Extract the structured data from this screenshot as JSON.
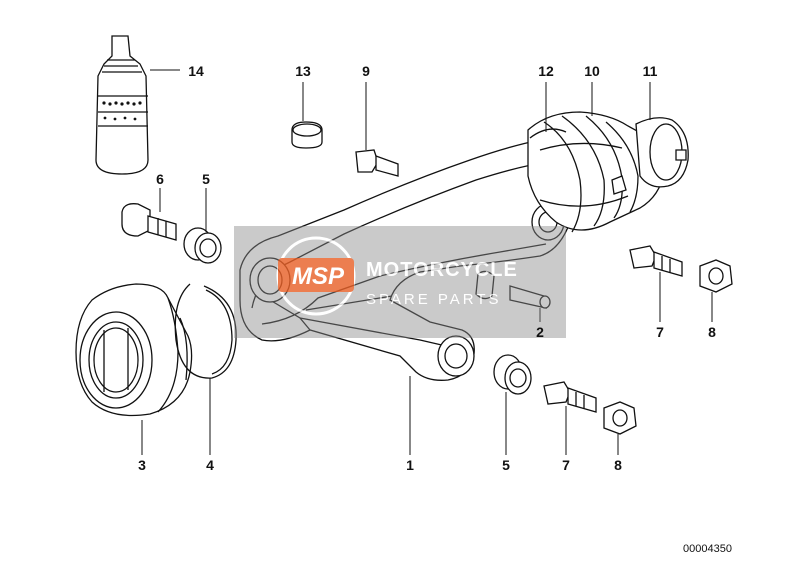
{
  "diagram": {
    "ref_code": "00004350",
    "watermark": {
      "logo_text": "MSP",
      "line1": "MOTORCYCLE",
      "line2": "SPARE PARTS",
      "color": "#e8622a"
    },
    "labels": [
      {
        "id": "label-1",
        "text": "1"
      },
      {
        "id": "label-2",
        "text": "2"
      },
      {
        "id": "label-3",
        "text": "3"
      },
      {
        "id": "label-4",
        "text": "4"
      },
      {
        "id": "label-5-upper",
        "text": "5"
      },
      {
        "id": "label-5-lower",
        "text": "5"
      },
      {
        "id": "label-6",
        "text": "6"
      },
      {
        "id": "label-7-right",
        "text": "7"
      },
      {
        "id": "label-7-lower",
        "text": "7"
      },
      {
        "id": "label-8-right",
        "text": "8"
      },
      {
        "id": "label-8-lower",
        "text": "8"
      },
      {
        "id": "label-9",
        "text": "9"
      },
      {
        "id": "label-10",
        "text": "10"
      },
      {
        "id": "label-11",
        "text": "11"
      },
      {
        "id": "label-12",
        "text": "12"
      },
      {
        "id": "label-13",
        "text": "13"
      },
      {
        "id": "label-14",
        "text": "14"
      }
    ]
  }
}
